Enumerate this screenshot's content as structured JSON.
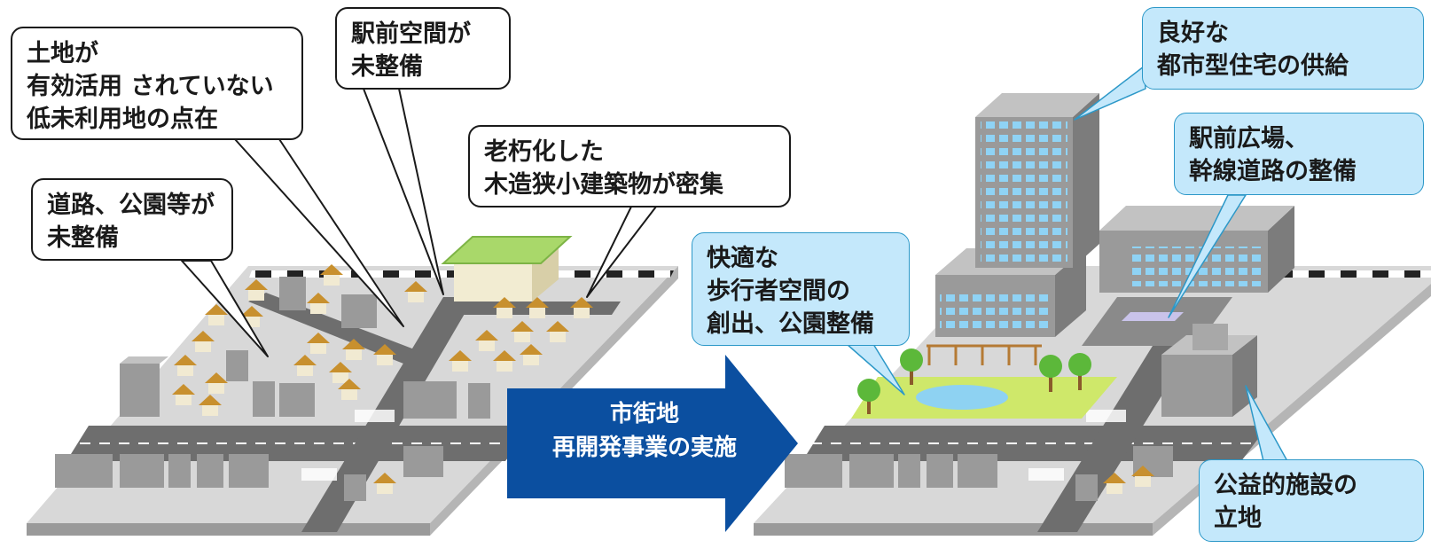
{
  "callouts": {
    "vacant_land": [
      "土地が",
      "有効活用 されていない",
      "低未利用地の点在"
    ],
    "station_front": [
      "駅前空間が",
      "未整備"
    ],
    "old_wooden": [
      "老朽化した",
      "木造狭小建築物が密集"
    ],
    "roads_parks": [
      "道路、公園等が",
      "未整備"
    ],
    "housing": [
      "良好な",
      "都市型住宅の供給"
    ],
    "plaza": [
      "駅前広場、",
      "幹線道路の整備"
    ],
    "pedestrian": [
      "快適な",
      "歩行者空間の",
      "創出、公園整備"
    ],
    "public_facility": [
      "公益的施設の",
      "立地"
    ]
  },
  "arrow": {
    "lines": [
      "市街地",
      "再開発事業の実施"
    ]
  },
  "colors": {
    "arrow": "#0b4fa0",
    "callout_blue_fill": "#c4e8fb",
    "callout_blue_border": "#2c98c8",
    "ground": "#d8d8d8",
    "road": "#707070",
    "park": "#cfe86a",
    "pond": "#8ed2f2",
    "roof_house": "#c8902e",
    "station_roof": "#a9d86a",
    "window": "#8fd3f5"
  }
}
